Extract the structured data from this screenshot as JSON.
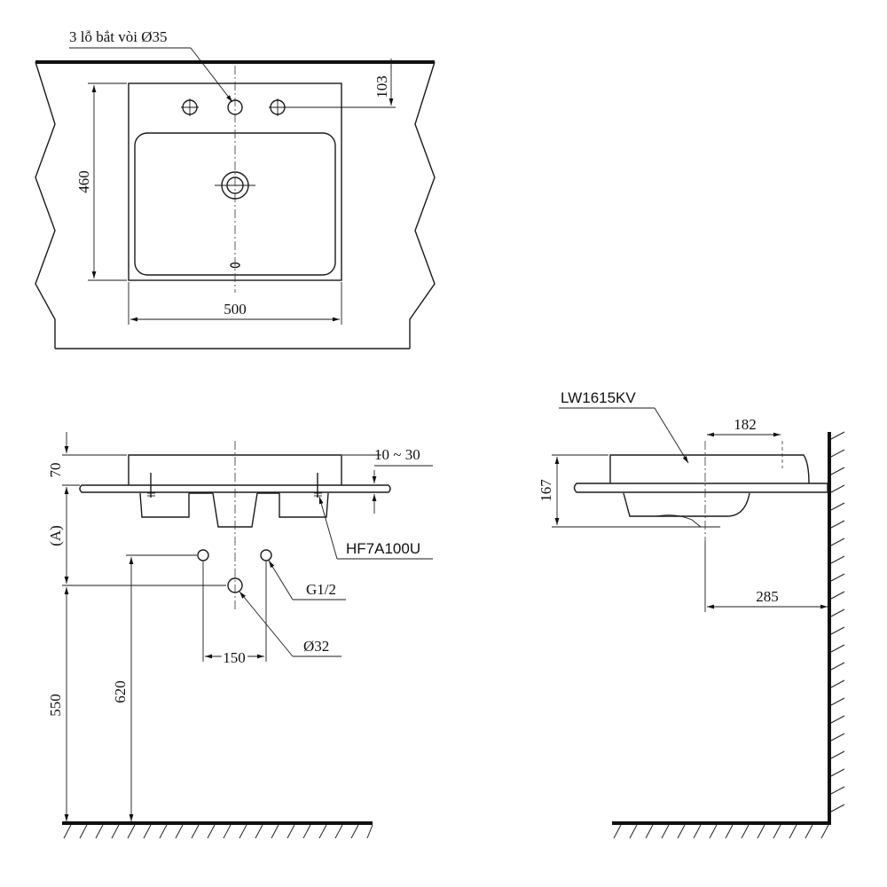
{
  "top_view": {
    "callout_holes": "3 lỗ bắt vòi Ø35",
    "dim_depth": "460",
    "dim_width": "500",
    "dim_hole_offset": "103"
  },
  "front_view": {
    "dim_top": "70",
    "dim_a": "(A)",
    "dim_thickness": "10 ~ 30",
    "callout_bracket": "HF7A100U",
    "callout_supply": "G1/2",
    "callout_drain": "Ø32",
    "dim_supply_spacing": "150",
    "dim_drain_height": "550",
    "dim_supply_height": "620"
  },
  "side_view": {
    "callout_model": "LW1615KV",
    "dim_overhang": "182",
    "dim_height": "167",
    "dim_wall": "285"
  }
}
